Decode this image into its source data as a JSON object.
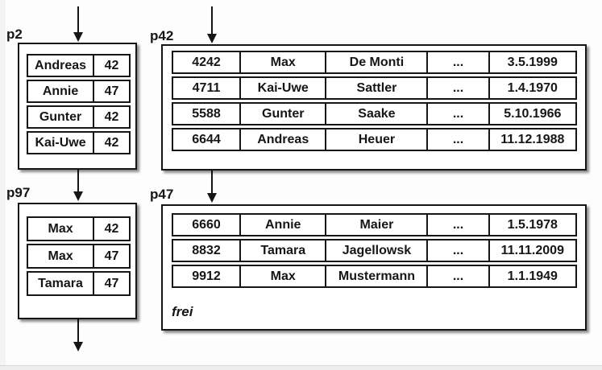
{
  "diagram": {
    "title": "index and data pages with pointers",
    "colors": {
      "border": "#161616",
      "background": "#fdfdfd",
      "box_fill": "#ffffff",
      "shadow": "rgba(0,0,0,0.45)"
    },
    "arrows": [
      {
        "from": "above",
        "to": "p2"
      },
      {
        "from": "above",
        "to": "p42"
      },
      {
        "from": "p2",
        "to": "p97"
      },
      {
        "from": "p42",
        "to": "p47"
      },
      {
        "from": "p97",
        "to": "below"
      }
    ],
    "pages": {
      "p2": {
        "label": "p2",
        "rows": [
          [
            "Andreas",
            "42"
          ],
          [
            "Annie",
            "47"
          ],
          [
            "Gunter",
            "42"
          ],
          [
            "Kai-Uwe",
            "42"
          ]
        ]
      },
      "p42": {
        "label": "p42",
        "rows": [
          [
            "4242",
            "Max",
            "De Monti",
            "...",
            "3.5.1999"
          ],
          [
            "4711",
            "Kai-Uwe",
            "Sattler",
            "...",
            "1.4.1970"
          ],
          [
            "5588",
            "Gunter",
            "Saake",
            "...",
            "5.10.1966"
          ],
          [
            "6644",
            "Andreas",
            "Heuer",
            "...",
            "11.12.1988"
          ]
        ]
      },
      "p97": {
        "label": "p97",
        "rows": [
          [
            "Max",
            "42"
          ],
          [
            "Max",
            "47"
          ],
          [
            "Tamara",
            "47"
          ]
        ]
      },
      "p47": {
        "label": "p47",
        "rows": [
          [
            "6660",
            "Annie",
            "Maier",
            "...",
            "1.5.1978"
          ],
          [
            "8832",
            "Tamara",
            "Jagellowsk",
            "...",
            "11.11.2009"
          ],
          [
            "9912",
            "Max",
            "Mustermann",
            "...",
            "1.1.1949"
          ]
        ],
        "free_label": "frei"
      }
    }
  }
}
